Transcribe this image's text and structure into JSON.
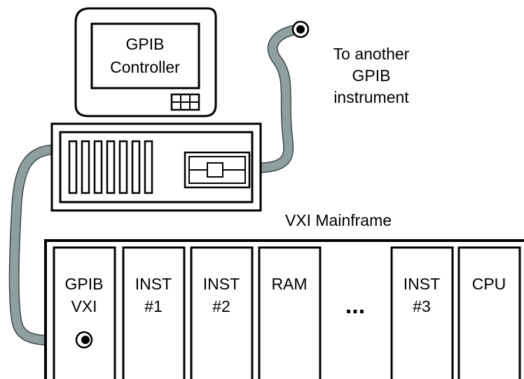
{
  "monitor_label": [
    "GPIB",
    "Controller"
  ],
  "remote_label": [
    "To another",
    "GPIB",
    "instrument"
  ],
  "mainframe_label": "VXI Mainframe",
  "slots": [
    {
      "lines": [
        "GPIB",
        "VXI"
      ]
    },
    {
      "lines": [
        "INST",
        "#1"
      ]
    },
    {
      "lines": [
        "INST",
        "#2"
      ]
    },
    {
      "lines": [
        "RAM"
      ]
    },
    {
      "lines": [
        "INST",
        "#3"
      ]
    },
    {
      "lines": [
        "CPU"
      ]
    }
  ],
  "ellipsis": "...",
  "colors": {
    "cable": "#8f9f9f",
    "outline": "#000000"
  }
}
